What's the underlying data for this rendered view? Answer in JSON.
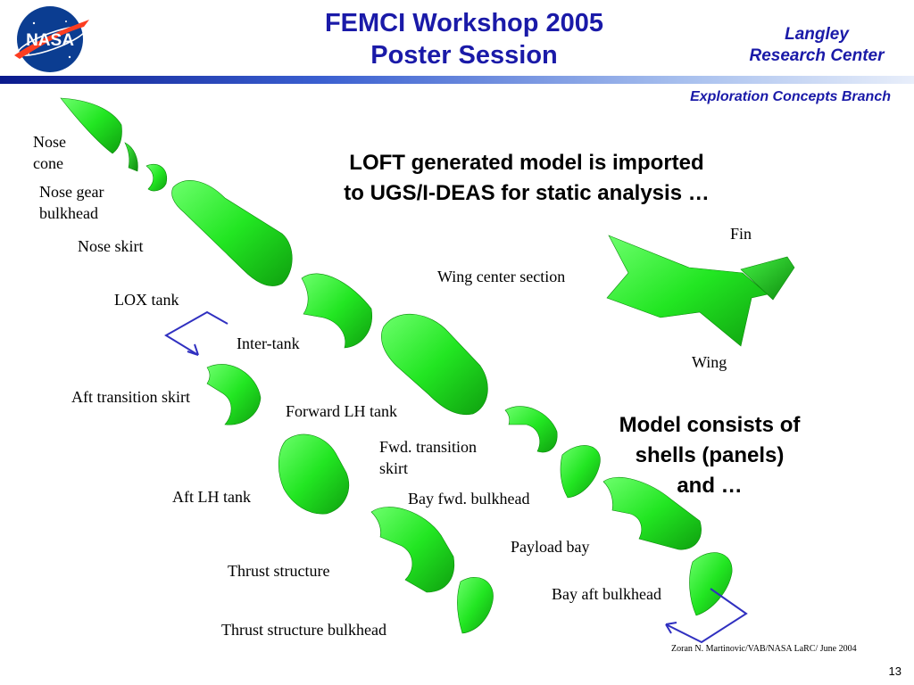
{
  "header": {
    "title_line1": "FEMCI Workshop 2005",
    "title_line2": "Poster Session",
    "center_line1": "Langley",
    "center_line2": "Research Center",
    "branch": "Exploration Concepts Branch"
  },
  "logo": {
    "text": "NASA",
    "colors": {
      "blue": "#0b3d91",
      "red": "#fc3d21"
    }
  },
  "headings": {
    "loft_line1": "LOFT generated model is imported",
    "loft_line2": "to UGS/I-DEAS for static analysis …",
    "model_line1": "Model consists of",
    "model_line2": "shells (panels)",
    "model_line3": "and …"
  },
  "labels": {
    "nose_cone_1": "Nose",
    "nose_cone_2": "cone",
    "nose_gear_1": "Nose gear",
    "nose_gear_2": "bulkhead",
    "nose_skirt": "Nose skirt",
    "lox_tank": "LOX tank",
    "inter_tank": "Inter-tank",
    "aft_transition_skirt": "Aft transition skirt",
    "forward_lh_tank": "Forward LH tank",
    "fwd_transition_1": "Fwd. transition",
    "fwd_transition_2": "skirt",
    "aft_lh_tank": "Aft LH tank",
    "bay_fwd_bulkhead": "Bay fwd. bulkhead",
    "payload_bay": "Payload bay",
    "thrust_structure": "Thrust structure",
    "thrust_structure_bulkhead": "Thrust structure bulkhead",
    "bay_aft_bulkhead": "Bay aft bulkhead",
    "wing_center_section": "Wing center section",
    "fin": "Fin",
    "wing": "Wing"
  },
  "footer": {
    "credit": "Zoran N. Martinovic/VAB/NASA LaRC/ June 2004",
    "page": "13"
  },
  "colors": {
    "part_green": "#22e622",
    "header_blue": "#1a1aa8",
    "arrow_blue": "#3030c0"
  }
}
